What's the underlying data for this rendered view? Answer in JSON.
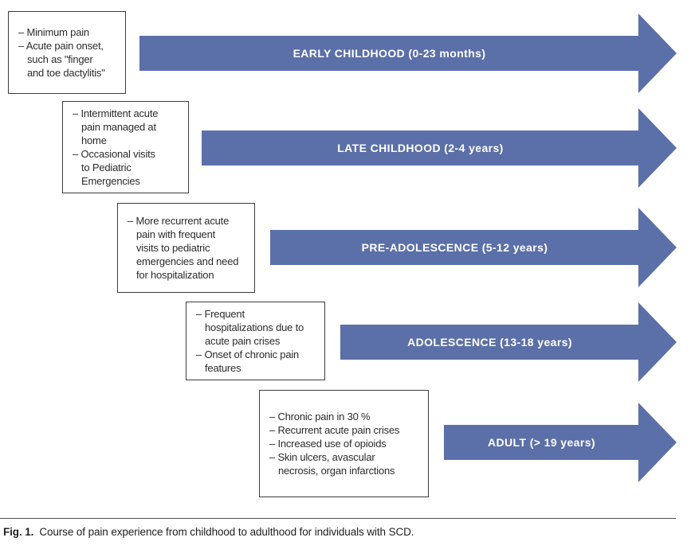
{
  "figure": {
    "accent_color": "#5b6fa8",
    "caption": {
      "prefix": "Fig. 1.",
      "text": "Course of pain experience from childhood to adulthood for individuals with SCD."
    },
    "stages": [
      {
        "label": "EARLY CHILDHOOD (0-23 months)",
        "box_lines": [
          "– Minimum pain",
          "– Acute pain onset,",
          "such as \"finger",
          "and toe dactylitis\""
        ]
      },
      {
        "label": "LATE CHILDHOOD (2-4 years)",
        "box_lines": [
          "– Intermittent acute",
          "pain managed at",
          "home",
          "– Occasional visits",
          "to Pediatric",
          "Emergencies"
        ]
      },
      {
        "label": "PRE-ADOLESCENCE (5-12 years)",
        "box_lines": [
          "– More recurrent acute",
          "pain with frequent",
          "visits to pediatric",
          "emergencies and need",
          "for hospitalization"
        ]
      },
      {
        "label": "ADOLESCENCE (13-18 years)",
        "box_lines": [
          "– Frequent",
          "hospitalizations due to",
          "acute pain crises",
          "– Onset of chronic pain",
          "features"
        ]
      },
      {
        "label": "ADULT (> 19 years)",
        "box_lines": [
          "– Chronic pain in 30 %",
          "– Recurrent acute pain crises",
          "– Increased use of opioids",
          "– Skin ulcers, avascular",
          "necrosis, organ infarctions"
        ]
      }
    ]
  }
}
